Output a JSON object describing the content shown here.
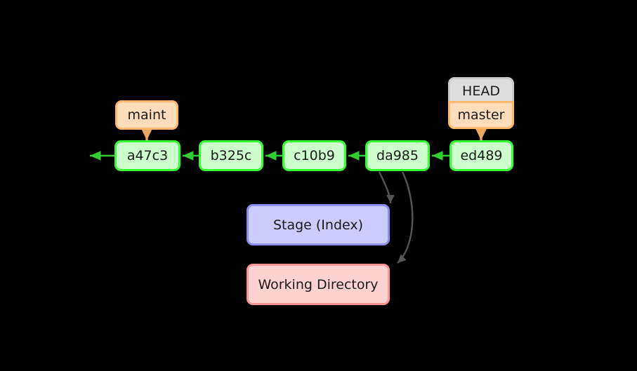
{
  "diagram": {
    "title": "git-commit-graph",
    "background_color": "#000000",
    "colors": {
      "commit_border": "#33ff33",
      "commit_fill": "#ccffcc",
      "ref_border": "#ffb870",
      "ref_fill": "#ffddbb",
      "head_border": "#cccccc",
      "head_fill": "#dddddd",
      "stage_border": "#8c8cf5",
      "stage_fill": "#ccccff",
      "workdir_border": "#ff9494",
      "workdir_fill": "#ffd2d2",
      "commit_arrow": "#33cc33",
      "ref_arrow": "#ffb870",
      "curve_arrow": "#555555"
    },
    "commits": [
      {
        "id": "a47c3",
        "label": "a47c3"
      },
      {
        "id": "b325c",
        "label": "b325c"
      },
      {
        "id": "c10b9",
        "label": "c10b9"
      },
      {
        "id": "da985",
        "label": "da985"
      },
      {
        "id": "ed489",
        "label": "ed489"
      }
    ],
    "refs": [
      {
        "id": "maint",
        "label": "maint",
        "points_to": "a47c3"
      },
      {
        "id": "head",
        "label": "HEAD",
        "points_to": "master"
      },
      {
        "id": "master",
        "label": "master",
        "points_to": "ed489"
      }
    ],
    "areas": [
      {
        "id": "stage",
        "label": "Stage (Index)"
      },
      {
        "id": "workdir",
        "label": "Working Directory"
      }
    ]
  }
}
